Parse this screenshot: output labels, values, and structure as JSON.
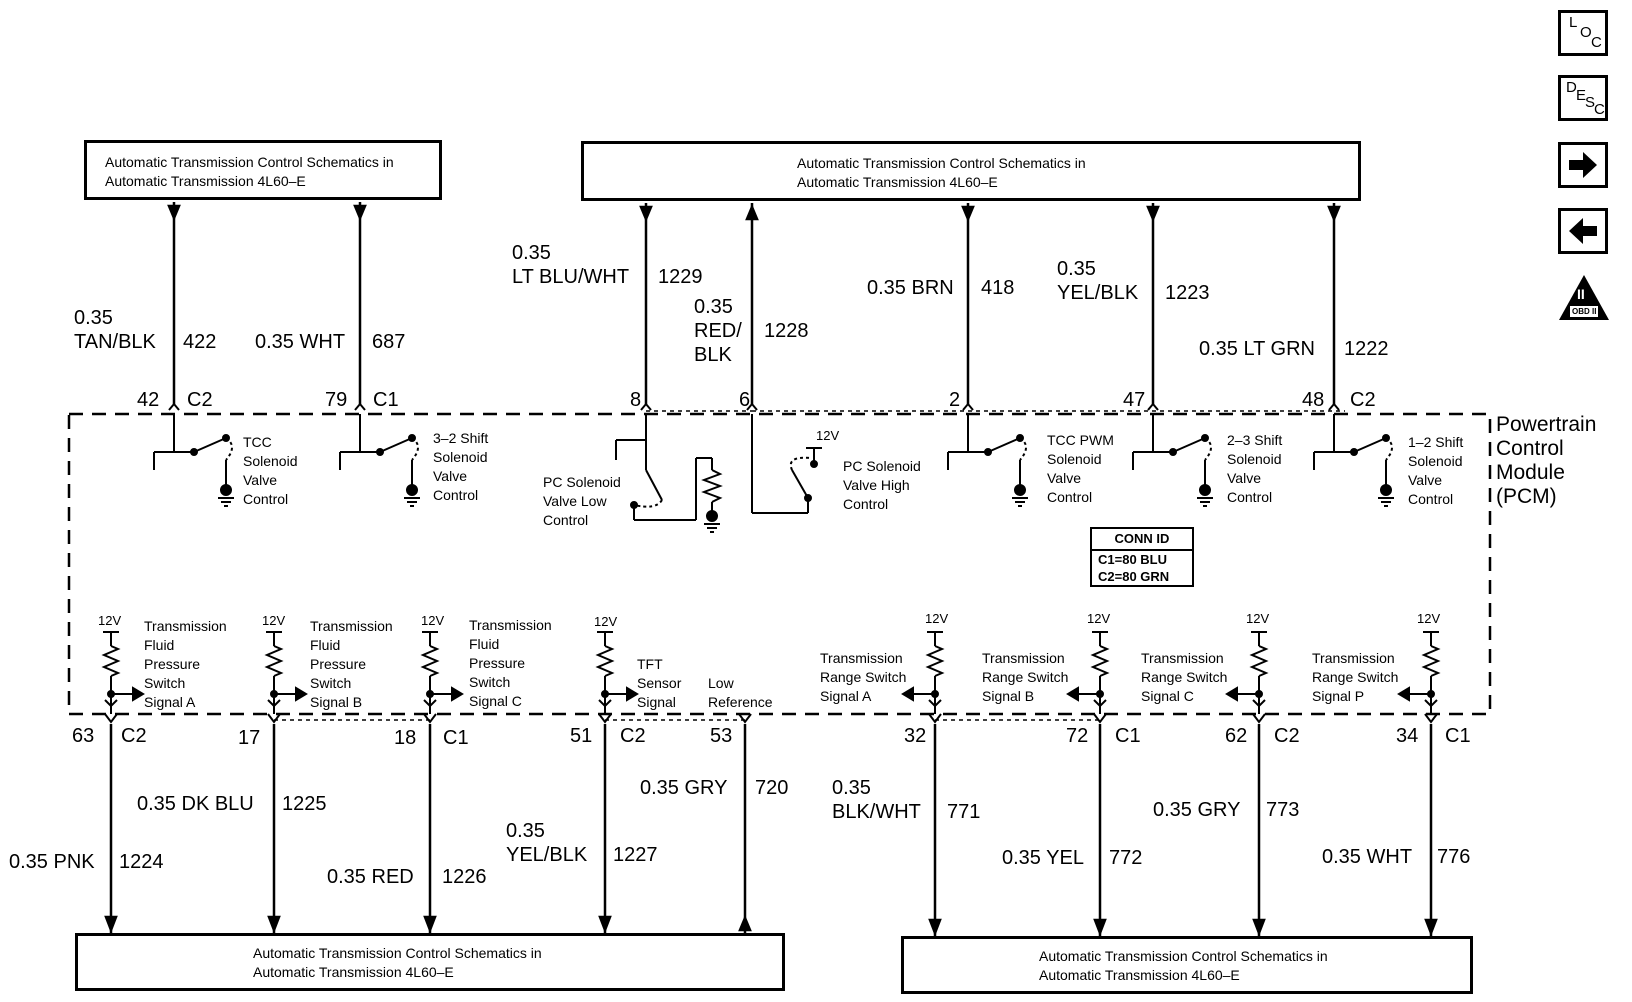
{
  "reference_boxes": {
    "top_left": [
      "Automatic Transmission Control Schematics in",
      "Automatic Transmission 4L60–E"
    ],
    "top_center": [
      "Automatic Transmission Control Schematics in",
      "Automatic Transmission 4L60–E"
    ],
    "bottom_left": [
      "Automatic Transmission Control Schematics in",
      "Automatic Transmission 4L60–E"
    ],
    "bottom_right": [
      "Automatic Transmission Control Schematics in",
      "Automatic Transmission 4L60–E"
    ]
  },
  "module": {
    "label": [
      "Powertrain",
      "Control",
      "Module",
      "(PCM)"
    ]
  },
  "conn_id": {
    "title": "CONN ID",
    "rows": [
      "C1=80 BLU",
      "C2=80 GRN"
    ]
  },
  "top_wires": [
    {
      "size": "0.35",
      "color": "TAN/BLK",
      "circuit": "422",
      "pin": "42",
      "connector": "C2",
      "direction": "out"
    },
    {
      "size": "0.35",
      "color": "WHT",
      "circuit": "687",
      "pin": "79",
      "connector": "C1",
      "direction": "out"
    },
    {
      "size": "0.35",
      "color": "LT BLU/WHT",
      "circuit": "1229",
      "pin": "8",
      "connector": "",
      "direction": "out"
    },
    {
      "size": "0.35",
      "color": "RED/\nBLK",
      "circuit": "1228",
      "pin": "6",
      "connector": "",
      "direction": "in"
    },
    {
      "size": "0.35",
      "color": "BRN",
      "circuit": "418",
      "pin": "2",
      "connector": "",
      "direction": "out"
    },
    {
      "size": "0.35",
      "color": "YEL/BLK",
      "circuit": "1223",
      "pin": "47",
      "connector": "",
      "direction": "out"
    },
    {
      "size": "0.35",
      "color": "LT GRN",
      "circuit": "1222",
      "pin": "48",
      "connector": "C2",
      "direction": "out"
    }
  ],
  "bottom_wires": [
    {
      "size": "0.35",
      "color": "PNK",
      "circuit": "1224",
      "pin": "63",
      "connector": "C2",
      "direction": "out"
    },
    {
      "size": "0.35",
      "color": "DK BLU",
      "circuit": "1225",
      "pin": "17",
      "connector": "",
      "direction": "out"
    },
    {
      "size": "0.35",
      "color": "RED",
      "circuit": "1226",
      "pin": "18",
      "connector": "C1",
      "direction": "out"
    },
    {
      "size": "0.35",
      "color": "YEL/BLK",
      "circuit": "1227",
      "pin": "51",
      "connector": "C2",
      "direction": "out"
    },
    {
      "size": "0.35",
      "color": "GRY",
      "circuit": "720",
      "pin": "53",
      "connector": "",
      "direction": "in"
    },
    {
      "size": "0.35",
      "color": "BLK/WHT",
      "circuit": "771",
      "pin": "32",
      "connector": "",
      "direction": "out"
    },
    {
      "size": "0.35",
      "color": "YEL",
      "circuit": "772",
      "pin": "72",
      "connector": "C1",
      "direction": "out"
    },
    {
      "size": "0.35",
      "color": "GRY",
      "circuit": "773",
      "pin": "62",
      "connector": "C2",
      "direction": "out"
    },
    {
      "size": "0.35",
      "color": "WHT",
      "circuit": "776",
      "pin": "34",
      "connector": "C1",
      "direction": "out"
    }
  ],
  "solenoids": [
    {
      "label": "TCC\nSolenoid\nValve\nControl"
    },
    {
      "label": "3–2 Shift\nSolenoid\nValve\nControl"
    },
    {
      "label": "PC Solenoid\nValve Low\nControl"
    },
    {
      "label": "PC Solenoid\nValve High\nControl",
      "supply": "12V"
    },
    {
      "label": "TCC PWM\nSolenoid\nValve\nControl"
    },
    {
      "label": "2–3 Shift\nSolenoid\nValve\nControl"
    },
    {
      "label": "1–2 Shift\nSolenoid\nValve\nControl"
    }
  ],
  "sensors": [
    {
      "label": "Transmission\nFluid\nPressure\nSwitch\nSignal A",
      "supply": "12V"
    },
    {
      "label": "Transmission\nFluid\nPressure\nSwitch\nSignal B",
      "supply": "12V"
    },
    {
      "label": "Transmission\nFluid\nPressure\nSwitch\nSignal C",
      "supply": "12V"
    },
    {
      "label": "TFT\nSensor\nSignal",
      "supply": "12V"
    },
    {
      "label": "Low\nReference"
    },
    {
      "label": "Transmission\nRange Switch\nSignal A",
      "supply": "12V"
    },
    {
      "label": "Transmission\nRange Switch\nSignal B",
      "supply": "12V"
    },
    {
      "label": "Transmission\nRange Switch\nSignal C",
      "supply": "12V"
    },
    {
      "label": "Transmission\nRange Switch\nSignal P",
      "supply": "12V"
    }
  ],
  "nav": {
    "loc": {
      "letters": [
        "L",
        "O",
        "C"
      ],
      "icon": "loc-icon"
    },
    "desc": {
      "letters": [
        "D",
        "E",
        "S",
        "C"
      ],
      "icon": "desc-icon"
    },
    "forward": {
      "icon": "arrow-right-icon"
    },
    "back": {
      "icon": "arrow-left-icon"
    },
    "obd": {
      "text": "OBD II",
      "roman": "II",
      "icon": "obd-ii-icon"
    }
  }
}
